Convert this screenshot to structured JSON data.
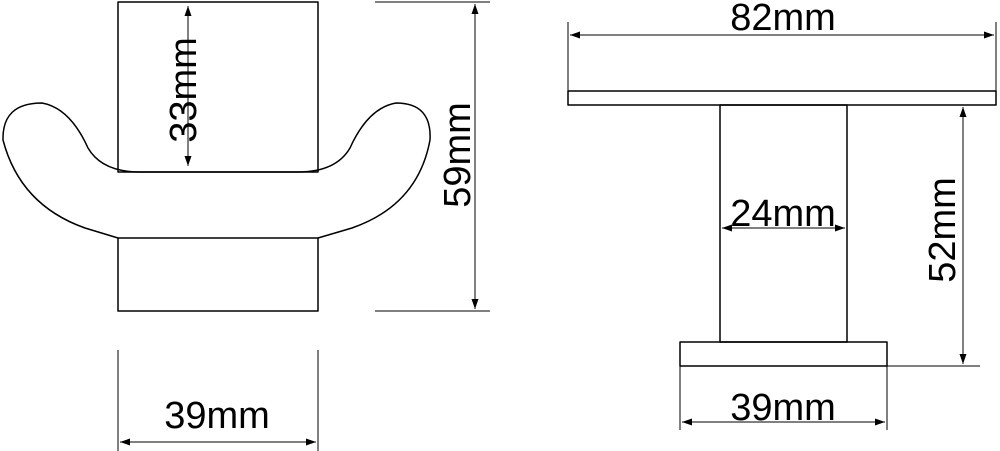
{
  "diagram": {
    "front_view": {
      "top_height_label": "33mm",
      "total_height_label": "59mm",
      "base_width_label": "39mm"
    },
    "side_view": {
      "top_width_label": "82mm",
      "stem_width_label": "24mm",
      "stem_height_label": "52mm",
      "base_width_label": "39mm"
    }
  },
  "colors": {
    "line": "#000000",
    "background": "#ffffff"
  }
}
